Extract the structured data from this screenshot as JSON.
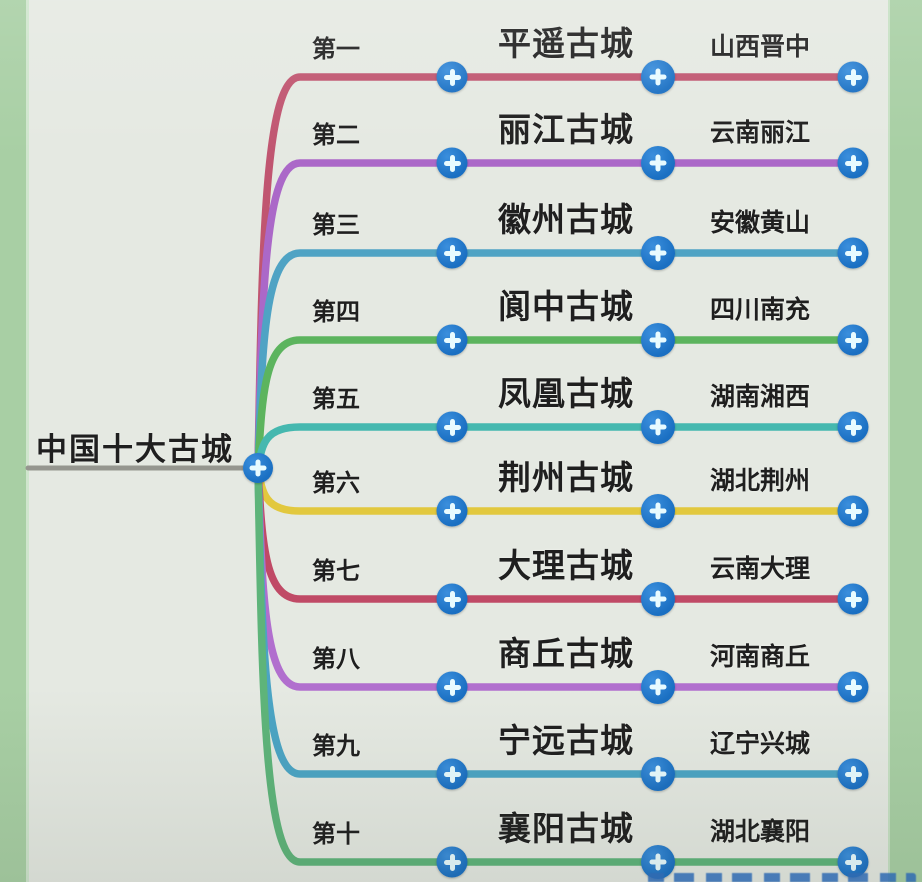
{
  "root": {
    "label": "中国十大古城"
  },
  "colors": {
    "background": "#e5e9e2",
    "side_strip": "#a8cfa4",
    "text": "#1f1f1f",
    "root_underline": "#95968f",
    "plus_bg": "#1a6fc2",
    "plus_glyph": "#e8fbff",
    "watermark_blue": "#2f6fc0"
  },
  "icons": {
    "node_connector": "plus-in-blue-circle"
  },
  "rows": [
    {
      "rank": "第一",
      "city": "平遥古城",
      "location": "山西晋中",
      "color": "#c05570"
    },
    {
      "rank": "第二",
      "city": "丽江古城",
      "location": "云南丽江",
      "color": "#ab68c8"
    },
    {
      "rank": "第三",
      "city": "徽州古城",
      "location": "安徽黄山",
      "color": "#4fa3c4"
    },
    {
      "rank": "第四",
      "city": "阆中古城",
      "location": "四川南充",
      "color": "#5cb45e"
    },
    {
      "rank": "第五",
      "city": "凤凰古城",
      "location": "湖南湘西",
      "color": "#45b8af"
    },
    {
      "rank": "第六",
      "city": "荆州古城",
      "location": "湖北荆州",
      "color": "#e2c83e"
    },
    {
      "rank": "第七",
      "city": "大理古城",
      "location": "云南大理",
      "color": "#c04a66"
    },
    {
      "rank": "第八",
      "city": "商丘古城",
      "location": "河南商丘",
      "color": "#b16fce"
    },
    {
      "rank": "第九",
      "city": "宁远古城",
      "location": "辽宁兴城",
      "color": "#4ba4c4"
    },
    {
      "rank": "第十",
      "city": "襄阳古城",
      "location": "湖北襄阳",
      "color": "#5eb47a"
    }
  ]
}
